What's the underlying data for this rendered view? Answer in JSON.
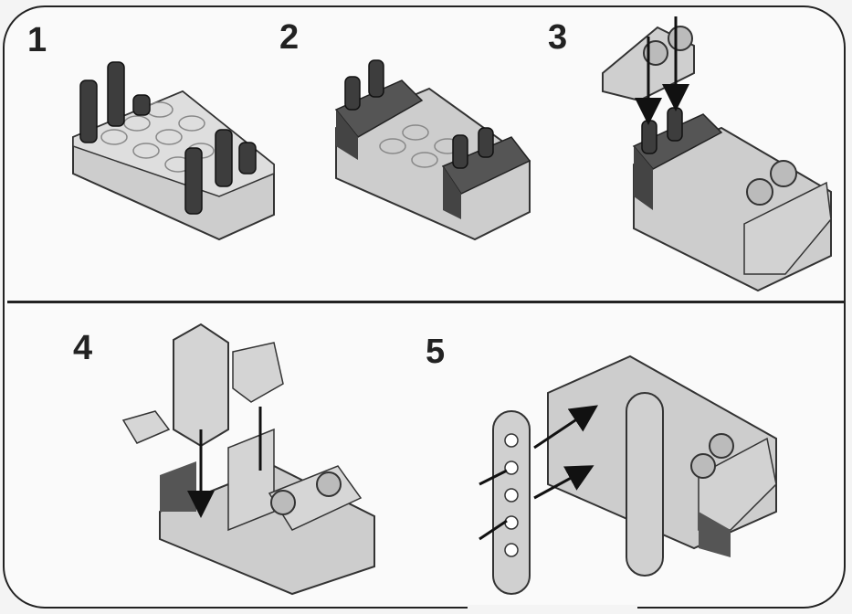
{
  "steps": [
    {
      "label": "1"
    },
    {
      "label": "2"
    },
    {
      "label": "3"
    },
    {
      "label": "4"
    },
    {
      "label": "5"
    }
  ],
  "colors": {
    "beam": "#c9c9c9",
    "beam_shadow": "#a5a5a5",
    "beam_dark": "#555555",
    "pin": "#3d3d3d",
    "arrow": "#111111",
    "outline": "#222222"
  }
}
